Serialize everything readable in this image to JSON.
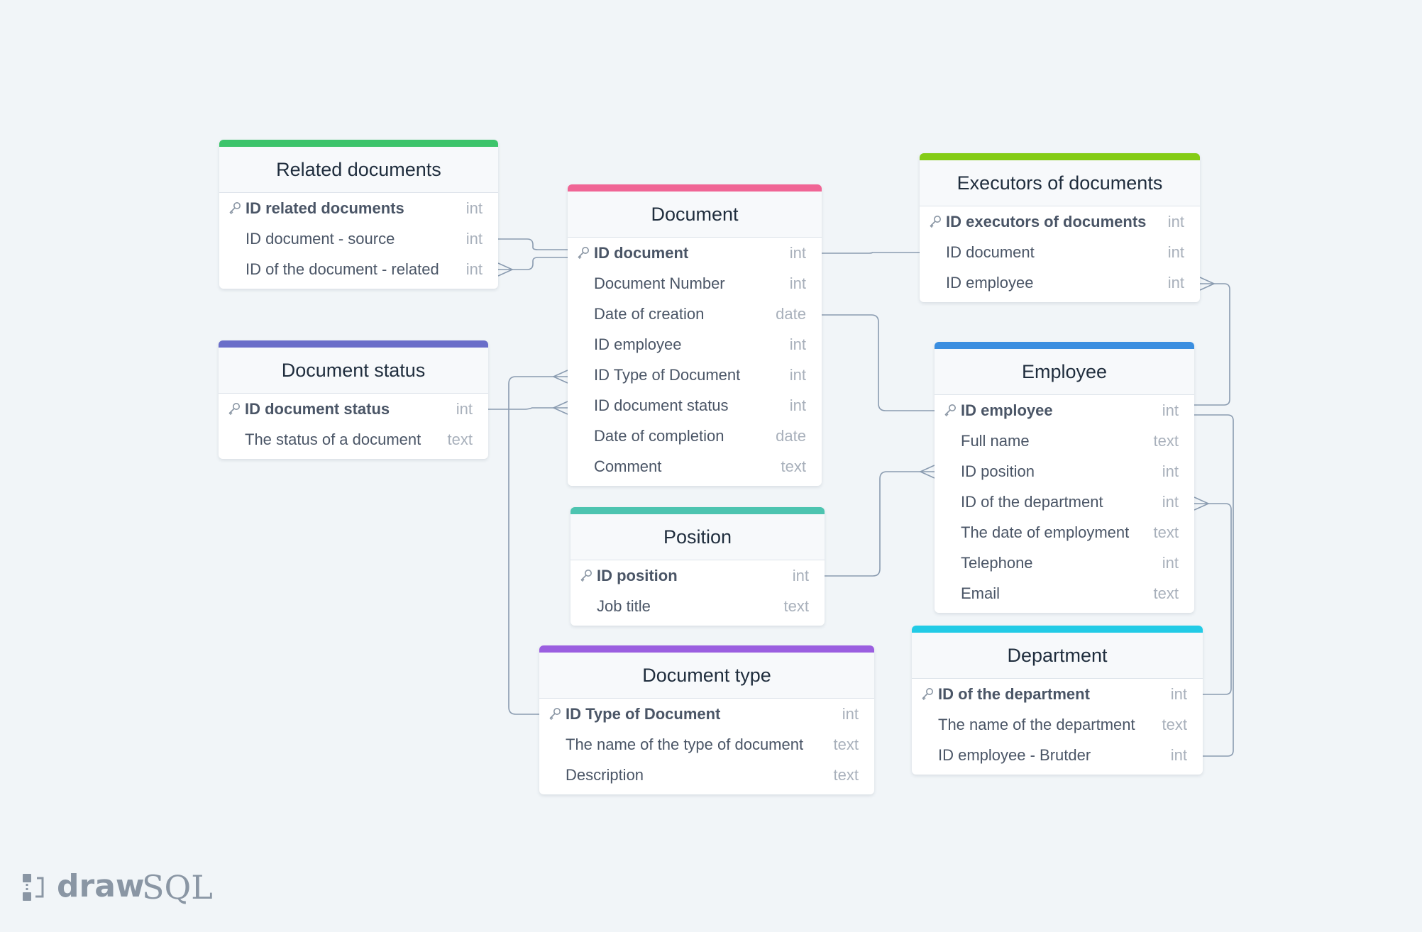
{
  "diagram": {
    "colors": {
      "background": "#f1f5f8",
      "link": "#8a9bb0"
    },
    "tables": [
      {
        "id": "related",
        "title": "Related documents",
        "color": "#3dc46b",
        "fields": [
          {
            "name": "ID related documents",
            "type": "int",
            "pk": true
          },
          {
            "name": "ID document - source",
            "type": "int",
            "pk": false
          },
          {
            "name": "ID of the document - related",
            "type": "int",
            "pk": false
          }
        ]
      },
      {
        "id": "status",
        "title": "Document status",
        "color": "#6a6ec9",
        "fields": [
          {
            "name": "ID document status",
            "type": "int",
            "pk": true
          },
          {
            "name": "The status of a document",
            "type": "text",
            "pk": false
          }
        ]
      },
      {
        "id": "document",
        "title": "Document",
        "color": "#f06595",
        "fields": [
          {
            "name": "ID document",
            "type": "int",
            "pk": true
          },
          {
            "name": "Document Number",
            "type": "int",
            "pk": false
          },
          {
            "name": "Date of creation",
            "type": "date",
            "pk": false
          },
          {
            "name": "ID employee",
            "type": "int",
            "pk": false
          },
          {
            "name": "ID Type of Document",
            "type": "int",
            "pk": false
          },
          {
            "name": "ID document status",
            "type": "int",
            "pk": false
          },
          {
            "name": "Date of completion",
            "type": "date",
            "pk": false
          },
          {
            "name": "Comment",
            "type": "text",
            "pk": false
          }
        ]
      },
      {
        "id": "position",
        "title": "Position",
        "color": "#4dc4b0",
        "fields": [
          {
            "name": "ID position",
            "type": "int",
            "pk": true
          },
          {
            "name": "Job title",
            "type": "text",
            "pk": false
          }
        ]
      },
      {
        "id": "doctype",
        "title": "Document type",
        "color": "#9b5fe0",
        "fields": [
          {
            "name": "ID Type of Document",
            "type": "int",
            "pk": true
          },
          {
            "name": "The name of the type of document",
            "type": "text",
            "pk": false
          },
          {
            "name": "Description",
            "type": "text",
            "pk": false
          }
        ]
      },
      {
        "id": "executors",
        "title": "Executors of documents",
        "color": "#84cc16",
        "fields": [
          {
            "name": "ID executors of documents",
            "type": "int",
            "pk": true
          },
          {
            "name": "ID document",
            "type": "int",
            "pk": false
          },
          {
            "name": "ID employee",
            "type": "int",
            "pk": false
          }
        ]
      },
      {
        "id": "employee",
        "title": "Employee",
        "color": "#3b8ee0",
        "fields": [
          {
            "name": "ID employee",
            "type": "int",
            "pk": true
          },
          {
            "name": "Full name",
            "type": "text",
            "pk": false
          },
          {
            "name": "ID position",
            "type": "int",
            "pk": false
          },
          {
            "name": "ID of the department",
            "type": "int",
            "pk": false
          },
          {
            "name": "The date of employment",
            "type": "text",
            "pk": false
          },
          {
            "name": "Telephone",
            "type": "int",
            "pk": false
          },
          {
            "name": "Email",
            "type": "text",
            "pk": false
          }
        ]
      },
      {
        "id": "department",
        "title": "Department",
        "color": "#22cbe6",
        "fields": [
          {
            "name": "ID of the department",
            "type": "int",
            "pk": true
          },
          {
            "name": "The name of the department",
            "type": "text",
            "pk": false
          },
          {
            "name": "ID employee - Brutder",
            "type": "int",
            "pk": false
          }
        ]
      }
    ]
  },
  "branding": {
    "logo_draw": "draw",
    "logo_sql": "SQL"
  }
}
